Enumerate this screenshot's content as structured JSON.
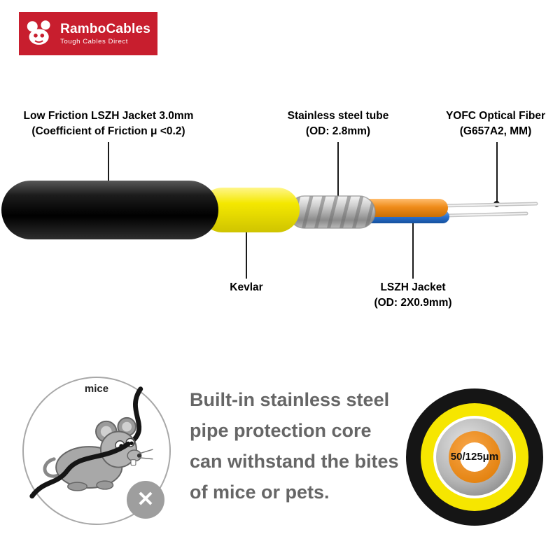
{
  "logo": {
    "name": "RamboCables",
    "tagline": "Tough Cables Direct"
  },
  "callouts": {
    "jacket": {
      "line1": "Low Friction LSZH Jacket 3.0mm",
      "line2": "(Coefficient of Friction μ <0.2)"
    },
    "steel_tube": {
      "line1": "Stainless steel tube",
      "line2": "(OD: 2.8mm)"
    },
    "fiber": {
      "line1": "YOFC Optical Fiber",
      "line2": "(G657A2, MM)"
    },
    "kevlar": {
      "line1": "Kevlar"
    },
    "lszh": {
      "line1": "LSZH Jacket",
      "line2": "(OD: 2X0.9mm)"
    }
  },
  "bottom": {
    "mice_label": "mice",
    "x_icon": "✕",
    "description_lines": [
      "Built-in stainless steel",
      "pipe protection core",
      "can withstand the bites",
      "of mice or pets."
    ],
    "cross_section_label": "50/125μm"
  },
  "colors": {
    "brand_red": "#c81e2e",
    "jacket_black": "#141414",
    "kevlar_yellow": "#f2e400",
    "steel_gray": "#b5b5b5",
    "tube_orange": "#ef8c1a",
    "tube_blue": "#2a72cf",
    "description_gray": "#666666"
  }
}
